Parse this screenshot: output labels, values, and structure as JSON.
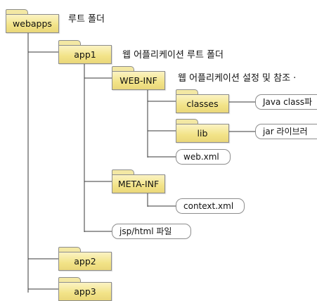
{
  "folders": {
    "webapps": "webapps",
    "app1": "app1",
    "web_inf": "WEB-INF",
    "classes": "classes",
    "lib": "lib",
    "meta_inf": "META-INF",
    "app2": "app2",
    "app3": "app3"
  },
  "files": {
    "java_class": "Java class파",
    "jar_library": "jar 라이브러",
    "web_xml": "web.xml",
    "context_xml": "context.xml",
    "jsp_html": "jsp/html 파일"
  },
  "descriptions": {
    "root_folder": "루트 폴더",
    "web_app_root": "웹 어플리케이션 루트 폴더",
    "web_app_settings": "웹 어플리케이션 설정 및 참조 ·"
  },
  "colors": {
    "folder_fill": "#f2e387",
    "folder_border": "#8d8d8d",
    "line": "#3a3a3a"
  }
}
